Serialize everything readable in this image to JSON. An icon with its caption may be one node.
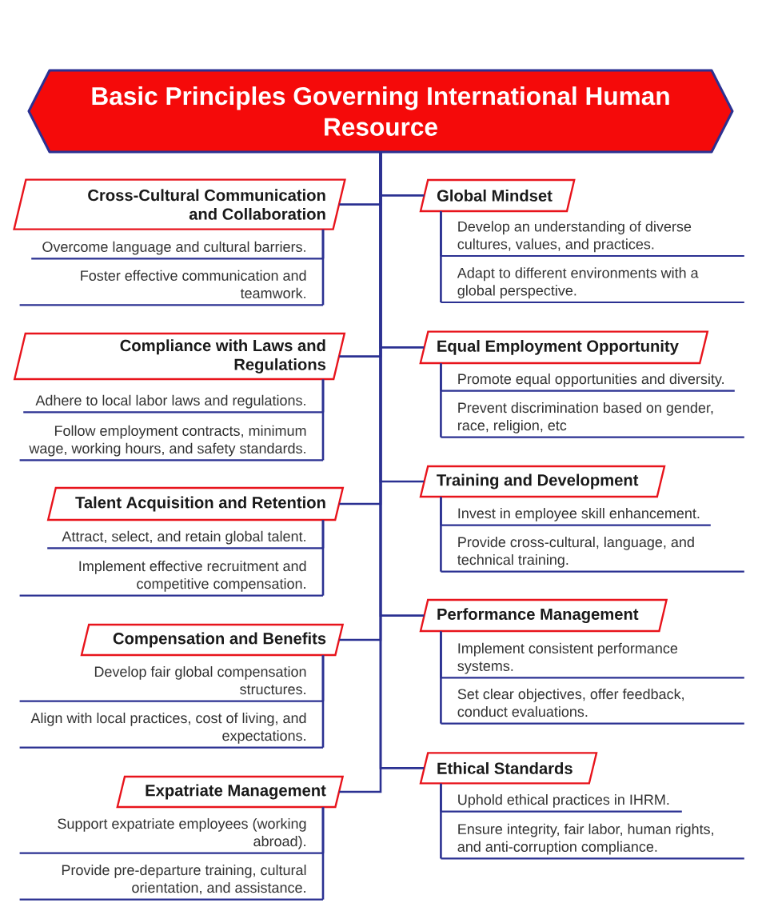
{
  "diagram": {
    "nodes": [
      {
        "text": [
          "Basic Principles Governing International Human Resource"
        ]
      },
      {
        "text": [
          "Cross-Cultural Communication and Collaboration"
        ]
      },
      {
        "text": [
          "Overcome language and cultural barriers."
        ]
      },
      {
        "text": [
          "Foster effective communication and teamwork."
        ]
      },
      {
        "text": [
          "Compliance with Laws and Regulations"
        ]
      },
      {
        "text": [
          "Adhere to local labor laws and regulations."
        ]
      },
      {
        "text": [
          "Follow employment contracts, minimum wage, working hours, and safety standards."
        ]
      },
      {
        "text": [
          "Talent Acquisition and Retention"
        ]
      },
      {
        "text": [
          "Attract, select, and retain global talent."
        ]
      },
      {
        "text": [
          "Implement effective recruitment and competitive compensation."
        ]
      },
      {
        "text": [
          "Compensation and Benefits"
        ]
      },
      {
        "text": [
          "Develop fair global compensation structures."
        ]
      },
      {
        "text": [
          "Align with local practices, cost of living, and expectations."
        ]
      },
      {
        "text": [
          "Expatriate Management"
        ]
      },
      {
        "text": [
          "Support expatriate employees (working abroad)."
        ]
      },
      {
        "text": [
          "Provide pre-departure training, cultural orientation, and assistance."
        ]
      },
      {
        "text": [
          "Global Mindset"
        ]
      },
      {
        "text": [
          "Develop an understanding of diverse cultures, values, and practices."
        ]
      },
      {
        "text": [
          "Adapt to different environments with a global perspective."
        ]
      },
      {
        "text": [
          "Equal Employment Opportunity"
        ]
      },
      {
        "text": [
          "Promote equal opportunities and diversity."
        ]
      },
      {
        "text": [
          "Prevent discrimination based on gender, race, religion, etc"
        ]
      },
      {
        "text": [
          "Training and Development"
        ]
      },
      {
        "text": [
          "Invest in employee skill enhancement."
        ]
      },
      {
        "text": [
          "Provide cross-cultural, language, and technical training."
        ]
      },
      {
        "text": [
          "Performance Management"
        ]
      },
      {
        "text": [
          "Implement consistent performance systems."
        ]
      },
      {
        "text": [
          "Set clear objectives, offer feedback, conduct evaluations."
        ]
      },
      {
        "text": [
          "Ethical Standards"
        ]
      },
      {
        "text": [
          "Uphold ethical practices in IHRM."
        ]
      },
      {
        "text": [
          "Ensure integrity, fair labor, human rights, and anti-corruption compliance."
        ]
      }
    ],
    "edges": [
      {
        "from": 0,
        "to": 1,
        "arrow": "none"
      },
      {
        "from": 0,
        "to": 4,
        "arrow": "none"
      },
      {
        "from": 0,
        "to": 7,
        "arrow": "none"
      },
      {
        "from": 0,
        "to": 10,
        "arrow": "none"
      },
      {
        "from": 0,
        "to": 13,
        "arrow": "none"
      },
      {
        "from": 0,
        "to": 16,
        "arrow": "none"
      },
      {
        "from": 0,
        "to": 19,
        "arrow": "none"
      },
      {
        "from": 0,
        "to": 22,
        "arrow": "none"
      },
      {
        "from": 0,
        "to": 25,
        "arrow": "none"
      },
      {
        "from": 0,
        "to": 28,
        "arrow": "none"
      },
      {
        "from": 1,
        "to": 2,
        "arrow": "none"
      },
      {
        "from": 1,
        "to": 3,
        "arrow": "none"
      },
      {
        "from": 4,
        "to": 5,
        "arrow": "none"
      },
      {
        "from": 4,
        "to": 6,
        "arrow": "none"
      },
      {
        "from": 7,
        "to": 8,
        "arrow": "none"
      },
      {
        "from": 7,
        "to": 9,
        "arrow": "none"
      },
      {
        "from": 10,
        "to": 11,
        "arrow": "none"
      },
      {
        "from": 10,
        "to": 12,
        "arrow": "none"
      },
      {
        "from": 13,
        "to": 14,
        "arrow": "none"
      },
      {
        "from": 13,
        "to": 15,
        "arrow": "none"
      },
      {
        "from": 16,
        "to": 17,
        "arrow": "none"
      },
      {
        "from": 16,
        "to": 18,
        "arrow": "none"
      },
      {
        "from": 19,
        "to": 20,
        "arrow": "none"
      },
      {
        "from": 19,
        "to": 21,
        "arrow": "none"
      },
      {
        "from": 22,
        "to": 23,
        "arrow": "none"
      },
      {
        "from": 22,
        "to": 24,
        "arrow": "none"
      },
      {
        "from": 25,
        "to": 26,
        "arrow": "none"
      },
      {
        "from": 25,
        "to": 27,
        "arrow": "none"
      },
      {
        "from": 28,
        "to": 29,
        "arrow": "none"
      },
      {
        "from": 28,
        "to": 30,
        "arrow": "none"
      }
    ]
  }
}
